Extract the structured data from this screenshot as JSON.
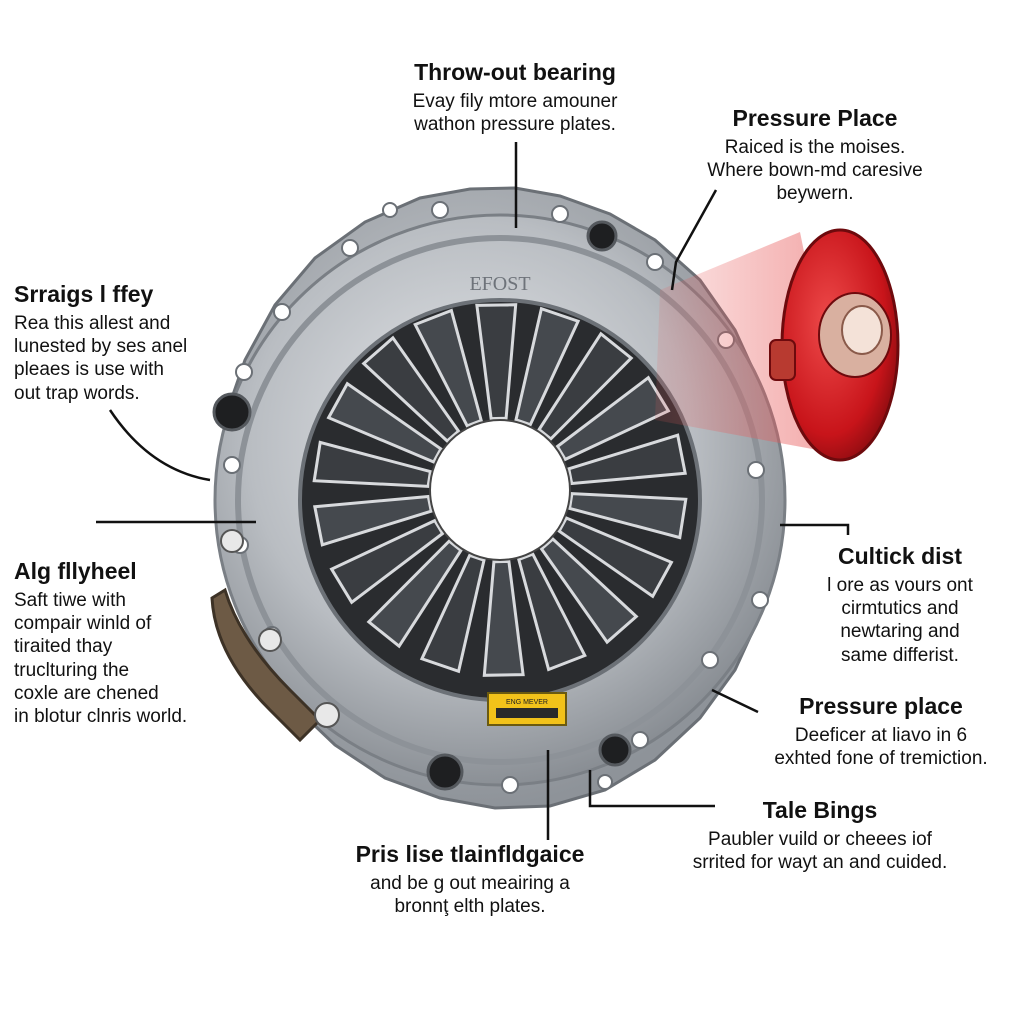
{
  "labels": {
    "throwout": {
      "title": "Throw-out bearing",
      "body": "Evay fily mtore amouner\nwathon pressure plates."
    },
    "pressure_top": {
      "title": "Pressure Place",
      "body": "Raiced is the moises.\nWhere bown-md caresive\nbeywern."
    },
    "springs": {
      "title": "Srraigs l ffey",
      "body": "Rea this allest and\nlunested by ses anel\npleaes is use with\nout trap words."
    },
    "flywheel": {
      "title": "Alg fllyheel",
      "body": "Saft tiwe with\ncompair winld of\ntiraited thay\ntruclturing the\ncoxle are chened\nin blotur clnris world."
    },
    "clutch_disc": {
      "title": "Cultick dist",
      "body": "l ore as vours ont\ncirmtutics and\nnewtaring and\nsame differist."
    },
    "pressure_mid": {
      "title": "Pressure place",
      "body": "Deeficer at liavo in 6\nexhted fone of tremiction."
    },
    "tale_bings": {
      "title": "Tale Bings",
      "body": "Paubler vuild or cheees iof\nsrrited for wayt an and cuided."
    },
    "bottom": {
      "title": "Pris lise tlainfldgaice",
      "body": "and be g out meairing a\nbronnţ elth plates."
    }
  },
  "cover_stamp": "EFOST",
  "sticker_text": "ENG MEVER",
  "colors": {
    "metal_light": "#c9cdd2",
    "metal_mid": "#9da2a8",
    "metal_dark": "#5f646a",
    "disc_dark": "#34373b",
    "bearing_red": "#c8141a",
    "sticker": "#f2c21a"
  }
}
